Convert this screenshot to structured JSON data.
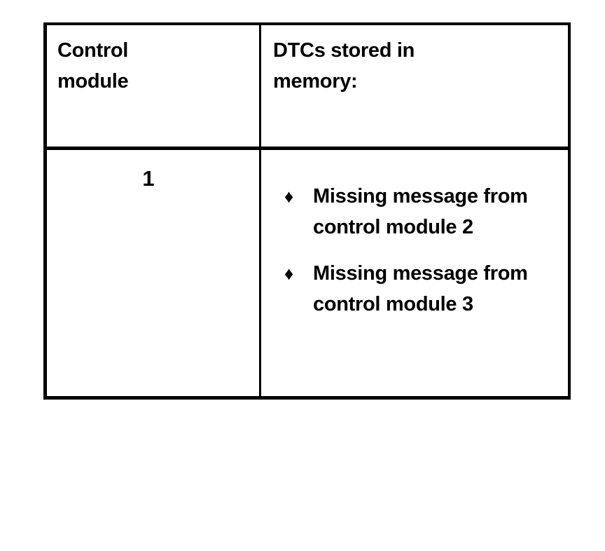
{
  "document": {
    "type": "table",
    "background_color": "#ffffff",
    "text_color": "#000000"
  },
  "table": {
    "columns": [
      {
        "key": "control_module",
        "header": "Control\nmodule"
      },
      {
        "key": "dtcs_stored",
        "header": "DTCs stored in\nmemory:"
      }
    ],
    "rows": [
      {
        "control_module": "1",
        "dtcs_bullet_glyph": "♦",
        "dtcs_stored": [
          "Missing message from control module 2",
          "Missing message from control module 3"
        ]
      }
    ]
  }
}
